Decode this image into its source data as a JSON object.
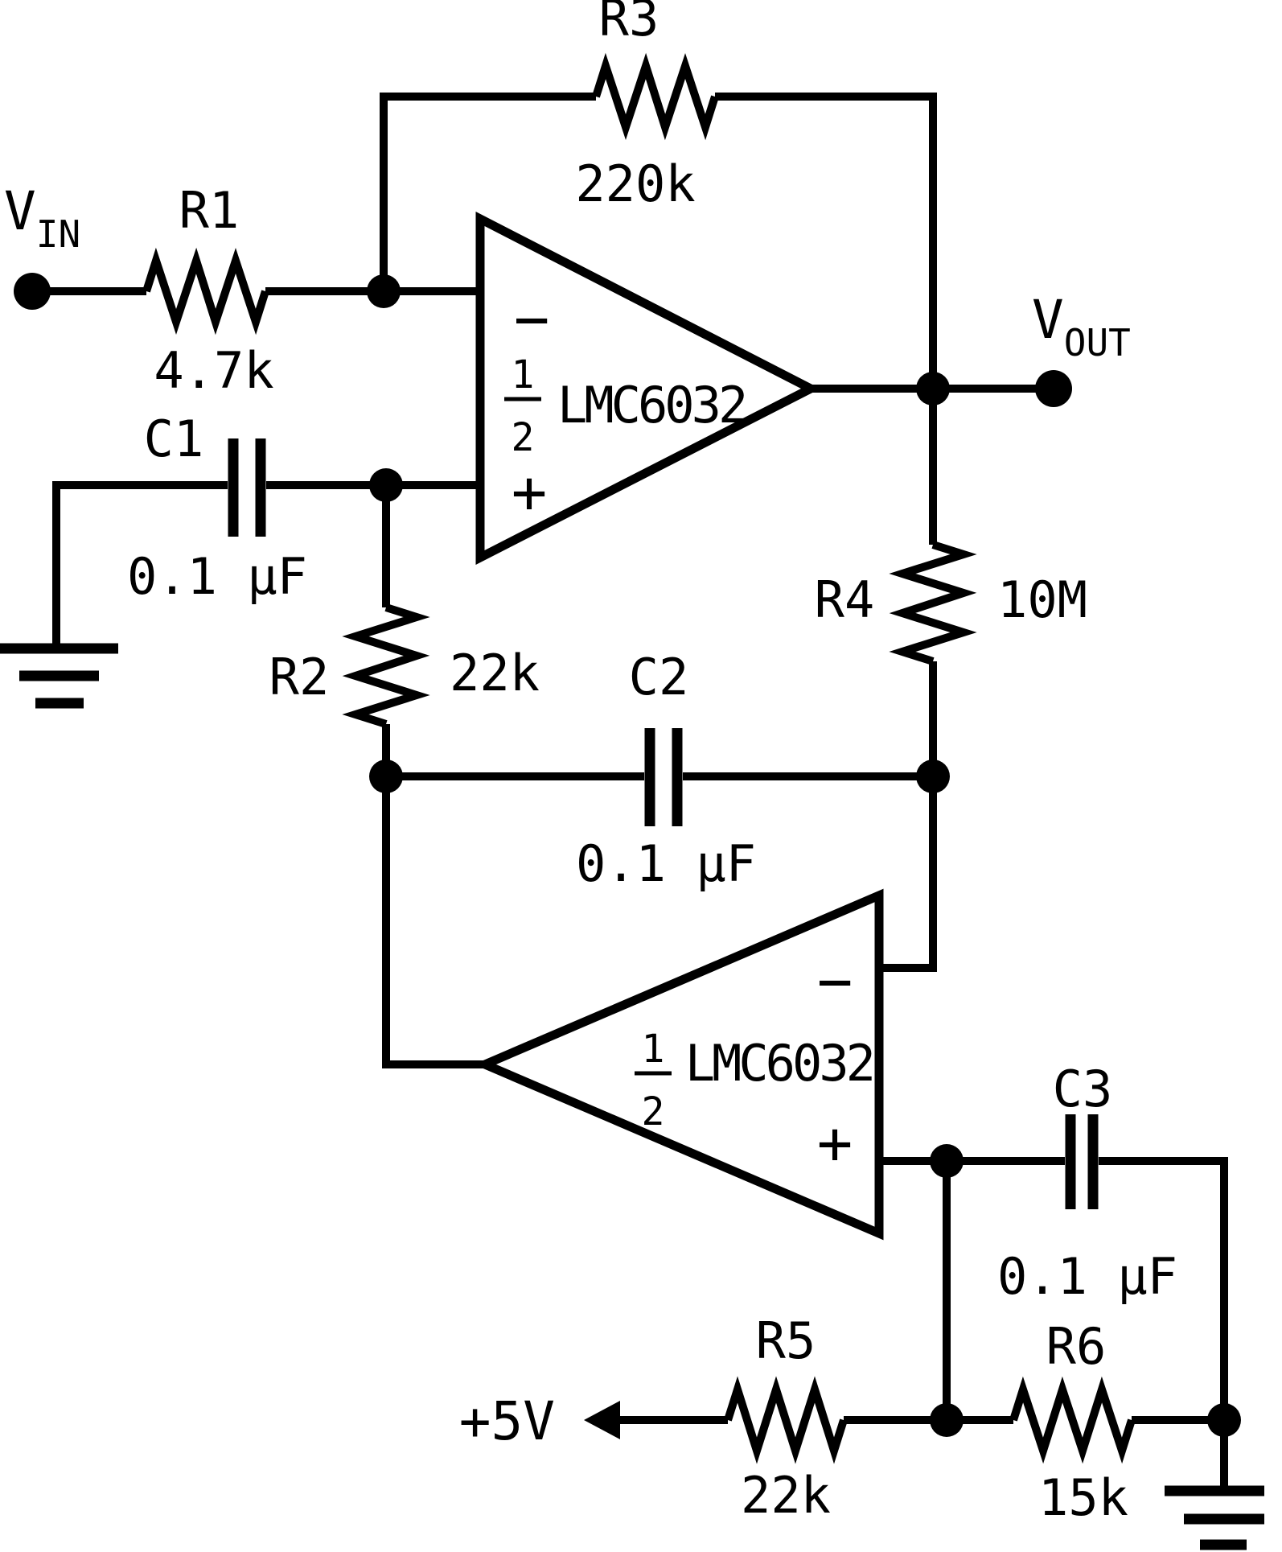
{
  "schematic": {
    "background": "#ffffff",
    "ink": "#000000",
    "terminals": {
      "vin": {
        "base": "V",
        "sub": "IN"
      },
      "vout": {
        "base": "V",
        "sub": "OUT"
      },
      "supply": "+5V"
    },
    "opamps": {
      "u1": {
        "fraction_numerator": "1",
        "fraction_denominator": "2",
        "part": "LMC6032",
        "inverting": "−",
        "noninverting": "+"
      },
      "u2": {
        "fraction_numerator": "1",
        "fraction_denominator": "2",
        "part": "LMC6032",
        "inverting": "−",
        "noninverting": "+"
      }
    },
    "components": {
      "r1": {
        "ref": "R1",
        "value": "4.7k"
      },
      "r2": {
        "ref": "R2",
        "value": "22k"
      },
      "r3": {
        "ref": "R3",
        "value": "220k"
      },
      "r4": {
        "ref": "R4",
        "value": "10M"
      },
      "r5": {
        "ref": "R5",
        "value": "22k"
      },
      "r6": {
        "ref": "R6",
        "value": "15k"
      },
      "c1": {
        "ref": "C1",
        "value": "0.1 μF"
      },
      "c2": {
        "ref": "C2",
        "value": "0.1 μF"
      },
      "c3": {
        "ref": "C3",
        "value": "0.1 μF"
      }
    }
  }
}
